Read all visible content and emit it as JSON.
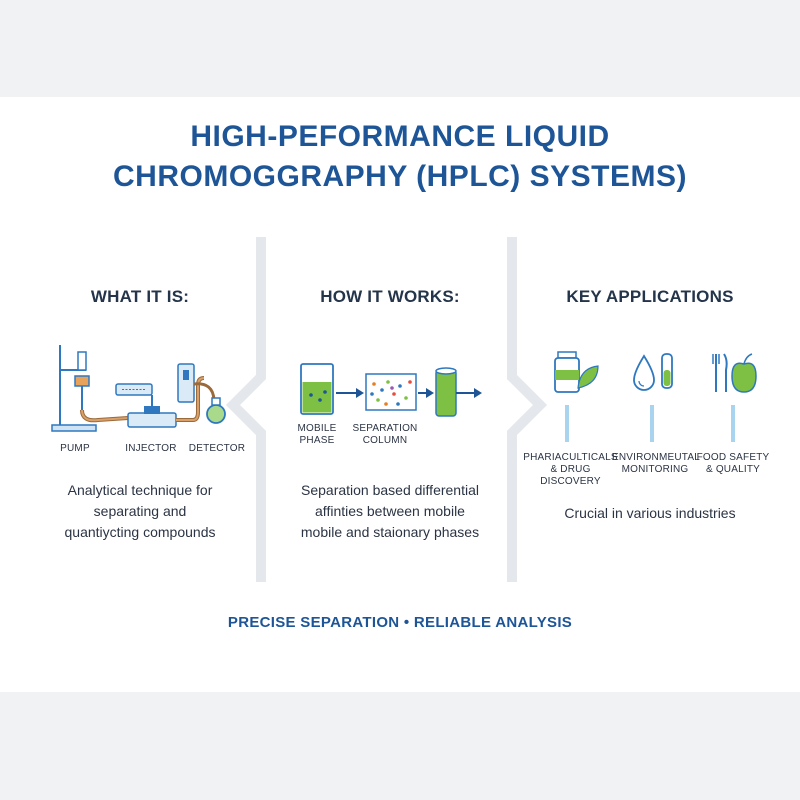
{
  "title_line1": "HIGH-PEFORMANCE LIQUID",
  "title_line2": "CHROMOGGRAPHY (HPLC) SYSTEMS)",
  "columns": [
    {
      "heading": "WHAT IT IS:",
      "labels": [
        "PUMP",
        "INJECTOR",
        "DETECTOR"
      ],
      "description_lines": [
        "Analytical technique for",
        "separating and",
        "quantiycting compounds"
      ]
    },
    {
      "heading": "HOW IT WORKS:",
      "labels": [
        [
          "MOBILE",
          "PHASE"
        ],
        [
          "SEPARATION",
          "COLUMN"
        ]
      ],
      "description_lines": [
        "Separation based differential",
        "affinties between mobile",
        "mobile and staionary phases"
      ]
    },
    {
      "heading": "KEY APPLICATIONS",
      "labels": [
        [
          "PHARIACULTICALS",
          "& DRUG DISCOVERY"
        ],
        [
          "ENVIRONMEUTAL",
          "MONITORING"
        ],
        [
          "FOOD SAFETY",
          "& QUALITY"
        ]
      ],
      "description_lines": [
        "Crucial in various industries"
      ]
    }
  ],
  "footer": "PRECISE SEPARATION • RELIABLE ANALYSIS",
  "colors": {
    "title_blue": "#1d5597",
    "icon_blue": "#2f78bf",
    "light_blue": "#8ec6ea",
    "green": "#7dc043",
    "divider": "#e4e7ec"
  },
  "icons": [
    "lab-stand-icon",
    "pump-icon",
    "injector-icon",
    "detector-icon",
    "flask-icon",
    "arrow-icon",
    "separation-particles-icon",
    "column-cylinder-icon",
    "pill-bottle-leaf-icon",
    "droplet-test-tube-icon",
    "fork-knife-apple-icon"
  ]
}
